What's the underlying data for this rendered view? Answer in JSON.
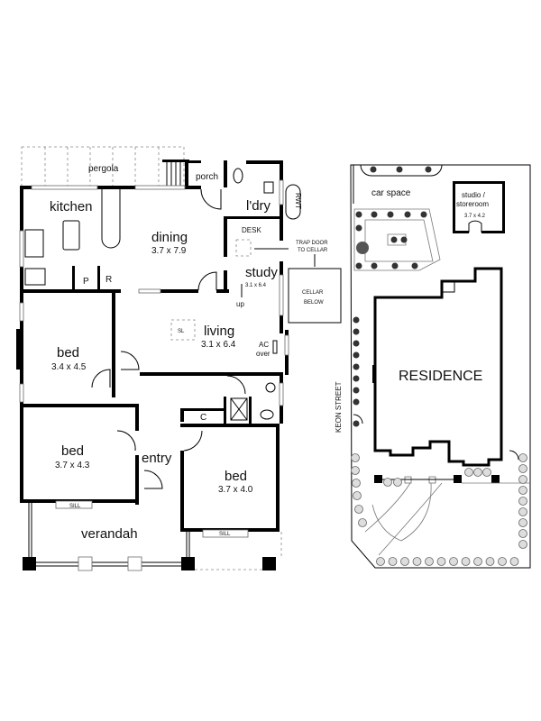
{
  "house_plan": {
    "rooms": {
      "pergola": {
        "label": "pergola"
      },
      "porch": {
        "label": "porch"
      },
      "laundry": {
        "label": "l'dry"
      },
      "rwt": {
        "label": "RWT"
      },
      "kitchen": {
        "label": "kitchen"
      },
      "pantry": {
        "label": "P"
      },
      "fridge": {
        "label": "R"
      },
      "dining": {
        "label": "dining",
        "size": "3.7 x 7.9"
      },
      "desk": {
        "label": "DESK"
      },
      "study": {
        "label": "study",
        "size": "3.1 x 6.4"
      },
      "stair_up": {
        "label": "up"
      },
      "trap_door": {
        "line1": "TRAP DOOR",
        "line2": "TO CELLAR"
      },
      "cellar": {
        "line1": "CELLAR",
        "line2": "BELOW"
      },
      "skylight": {
        "label": "SL"
      },
      "living": {
        "label": "living",
        "size": "3.1 x 6.4"
      },
      "ac": {
        "line1": "AC",
        "line2": "over"
      },
      "bed1": {
        "label": "bed",
        "size": "3.4 x 4.5"
      },
      "closet": {
        "label": "C"
      },
      "bed2": {
        "label": "bed",
        "size": "3.7 x 4.3"
      },
      "entry": {
        "label": "entry"
      },
      "bed3": {
        "label": "bed",
        "size": "3.7 x 4.0"
      },
      "sill": {
        "label": "SILL"
      },
      "verandah": {
        "label": "verandah"
      }
    }
  },
  "site_plan": {
    "street": "KEON STREET",
    "car_space": "car space",
    "studio": {
      "line1": "studio /",
      "line2": "storeroom",
      "size": "3.7 x 4.2"
    },
    "residence": "RESIDENCE"
  }
}
